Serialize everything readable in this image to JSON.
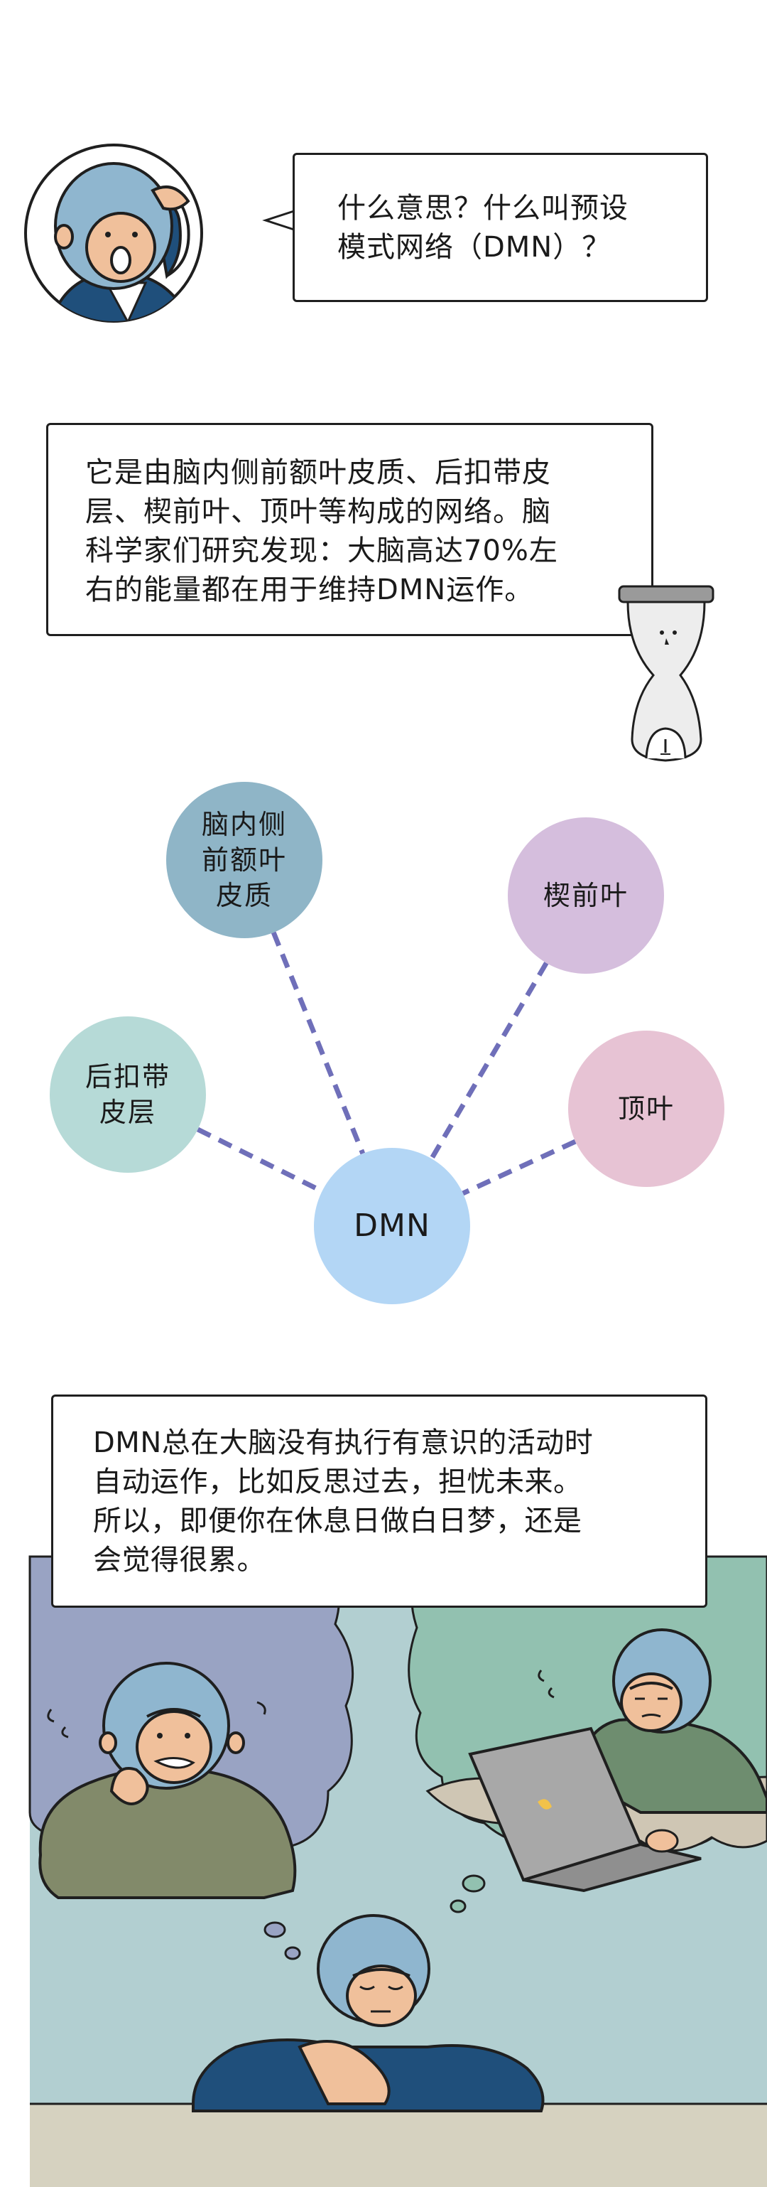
{
  "panel1": {
    "question": "什么意思？什么叫预设\n模式网络（DMN）？"
  },
  "panel2": {
    "explanation": "它是由脑内侧前额叶皮质、后扣带皮\n层、楔前叶、顶叶等构成的网络。脑\n科学家们研究发现：大脑高达70%左\n右的能量都在用于维持DMN运作。"
  },
  "diagram": {
    "center": "DMN",
    "nodes": [
      {
        "label": "脑内侧\n前额叶\n皮质",
        "color": "#8fb5c7"
      },
      {
        "label": "楔前叶",
        "color": "#d5bedd"
      },
      {
        "label": "后扣带\n皮层",
        "color": "#b6dad7"
      },
      {
        "label": "顶叶",
        "color": "#e7c3d4"
      }
    ],
    "center_color": "#b3d6f5",
    "line_color": "#6f6fb9"
  },
  "panel3": {
    "text": "DMN总在大脑没有执行有意识的活动时\n自动运作，比如反思过去，担忧未来。\n所以，即便你在休息日做白日梦，还是\n会觉得很累。"
  },
  "colors": {
    "monkey_face": "#8fb6cf",
    "skin": "#f0c09b",
    "jacket_navy": "#1f4f7b",
    "sweater_olive": "#828a6a",
    "sweater_green": "#6e8d6f",
    "scene_bg": "#b2cfd1",
    "thought_left": "#99a3c3",
    "thought_right": "#92c1b0",
    "desk": "#d6d2c0"
  }
}
